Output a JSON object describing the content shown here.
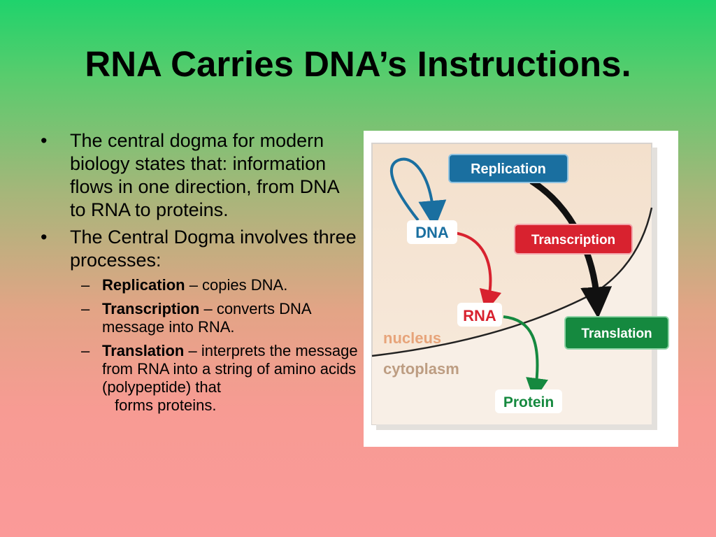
{
  "slide": {
    "title": "RNA Carries DNA’s Instructions."
  },
  "bullets": [
    {
      "marker": "•",
      "text": "The central dogma for modern biology states that: information flows in one direction, from DNA to RNA to proteins."
    },
    {
      "marker": "•",
      "text": "The Central Dogma involves three processes:",
      "sub_items": [
        {
          "marker": "–",
          "term": "Replication",
          "rest": " – copies DNA."
        },
        {
          "marker": "–",
          "term": "Transcription",
          "rest": " – converts DNA message into RNA."
        },
        {
          "marker": "–",
          "term": "Translation",
          "rest": " – interprets the message from RNA into a string of amino acids (polypeptide) that",
          "continuation": "forms proteins."
        }
      ]
    }
  ],
  "diagram": {
    "labels": {
      "replication": "Replication",
      "transcription": "Transcription",
      "translation": "Translation",
      "dna": "DNA",
      "rna": "RNA",
      "protein": "Protein",
      "nucleus": "nucleus",
      "cytoplasm": "cytoplasm"
    },
    "colors": {
      "replication": "#1a6fa0",
      "transcription": "#d8222f",
      "translation": "#15893f",
      "nucleus_label": "#e7a47a",
      "cytoplasm_label": "#bd9d82",
      "panel": "#f7eadb"
    }
  }
}
